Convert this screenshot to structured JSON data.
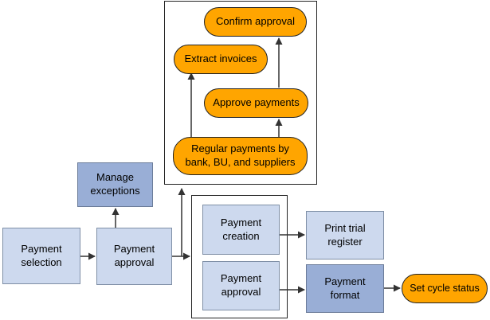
{
  "diagram": {
    "nodes": {
      "payment_selection": "Payment\nselection",
      "payment_approval_main": "Payment\napproval",
      "manage_exceptions": "Manage\nexceptions",
      "confirm_approval": "Confirm approval",
      "extract_invoices": "Extract invoices",
      "approve_payments": "Approve payments",
      "regular_payments": "Regular payments by\nbank, BU, and suppliers",
      "payment_creation": "Payment\ncreation",
      "payment_approval_sub": "Payment\napproval",
      "print_trial_register": "Print trial\nregister",
      "payment_format": "Payment\nformat",
      "set_cycle_status": "Set cycle status"
    },
    "colors": {
      "light_box": "#cdd9ee",
      "dark_box": "#99aed6",
      "pill": "#ffa500",
      "border": "#222222"
    }
  }
}
